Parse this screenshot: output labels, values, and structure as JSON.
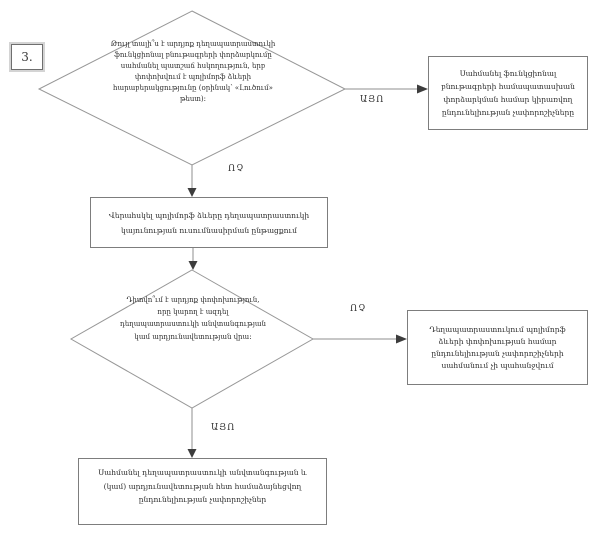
{
  "page": {
    "background": "#ffffff",
    "line_color": "#949494",
    "box_border_color": "#7d7d7d",
    "arrowhead_color": "#3d3d3d",
    "text_color": "#2b2b2b"
  },
  "step_label": "3.",
  "flowchart": {
    "decision_functional": {
      "text": "Թույլ տալի՞ս է արդյոք դեղապատրաստուկի ֆունկցիոնալ բնութագրերի փորձարկումը սահմանել պատշաճ հսկողություն, երբ փոփոխվում է պոլիմորֆ ձևերի հարաբերակցությունը (օրինակ՝ «Լուծում» թեստ):"
    },
    "yes_label_1": "ԱՅՈ",
    "no_label_1": "ՈՉ",
    "box_define_functional": {
      "text": "Սահմանել ֆունկցիոնալ բնութագրերի համապատասխան փորձարկման համար կիրառվող ընդունելիության չափորոշիչները"
    },
    "box_monitor_stability": {
      "text": "Վերահսկել պոլիմորֆ ձևերը դեղապատրաստուկի կայունության ուսումնասիրման ընթացքում"
    },
    "decision_change_observed": {
      "text": "Դիտվո՞ւմ է արդյոք փոփոխություն, որը կարող է ազդել դեղապատրաստուկի անվտանգության կամ արդյունավետության վրա:"
    },
    "no_label_2": "ՈՉ",
    "yes_label_2": "ԱՅՈ",
    "box_no_criteria_required": {
      "text": "Դեղապատրաստուկում պոլիմորֆ ձևերի փոփոխության համար ընդունելիության չափորոշիչների սահմանում չի պահանջվում"
    },
    "box_define_safety_criteria": {
      "text": "Սահմանել դեղապատրաստուկի անվտանգության և (կամ) արդյունավետության հետ համաձայնեցվող ընդունելիության չափորոշիչներ"
    }
  }
}
